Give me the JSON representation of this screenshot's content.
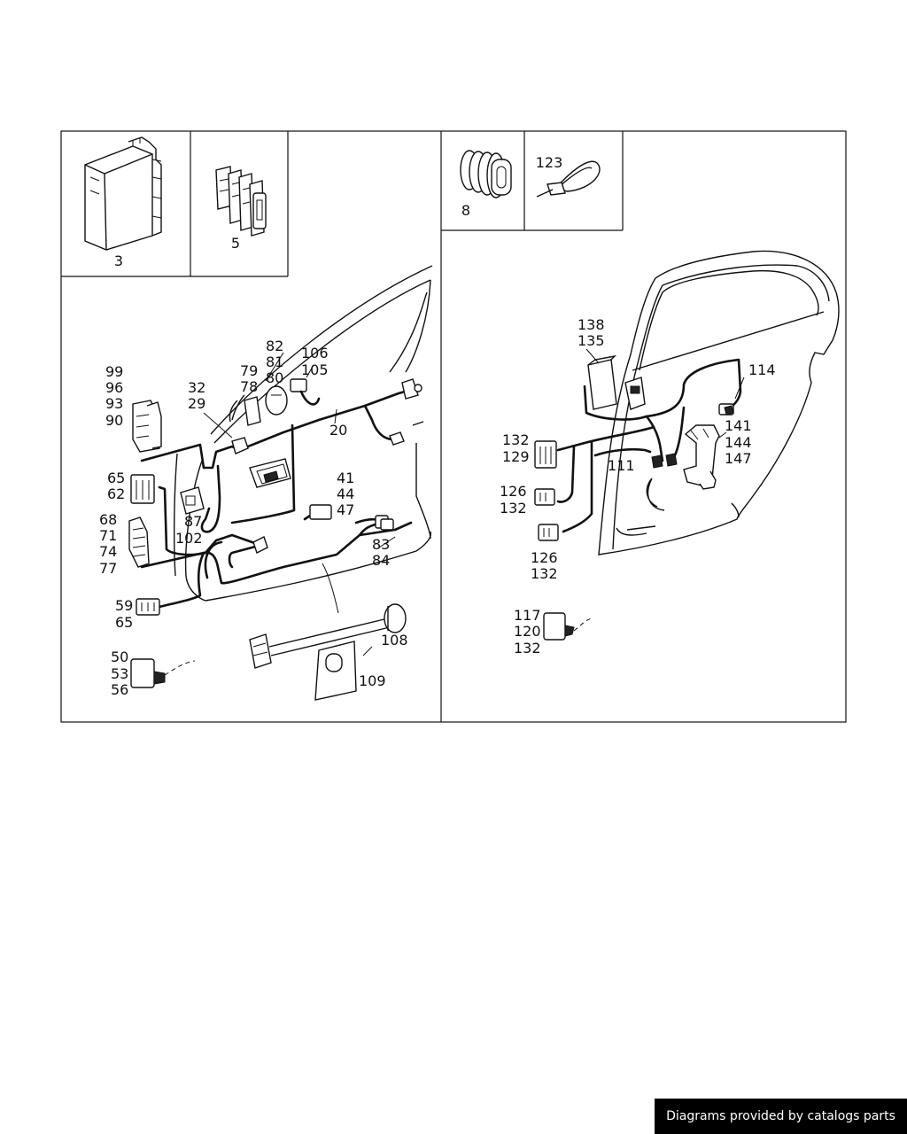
{
  "left_panel": {
    "inset_3": "3",
    "inset_5": "5",
    "labels": {
      "l82": "82",
      "l81": "81",
      "l80": "80",
      "l106": "106",
      "l105": "105",
      "l79": "79",
      "l78": "78",
      "l32": "32",
      "l29": "29",
      "l99": "99",
      "l96": "96",
      "l93": "93",
      "l90": "90",
      "l20": "20",
      "l65a": "65",
      "l62": "62",
      "l87": "87",
      "l102": "102",
      "l41": "41",
      "l44": "44",
      "l47": "47",
      "l68": "68",
      "l71": "71",
      "l74": "74",
      "l77": "77",
      "l83": "83",
      "l84": "84",
      "l59": "59",
      "l65b": "65",
      "l108": "108",
      "l50": "50",
      "l53": "53",
      "l56": "56",
      "l109": "109"
    }
  },
  "right_panel": {
    "inset_8": "8",
    "inset_123": "123",
    "labels": {
      "l138": "138",
      "l135": "135",
      "l114": "114",
      "l132a": "132",
      "l129": "129",
      "l111": "111",
      "l141": "141",
      "l144": "144",
      "l147": "147",
      "l126a": "126",
      "l132b": "132",
      "l126b": "126",
      "l132c": "132",
      "l117": "117",
      "l120": "120",
      "l132d": "132"
    }
  },
  "footer": {
    "text": "Diagrams provided by catalogs parts"
  }
}
